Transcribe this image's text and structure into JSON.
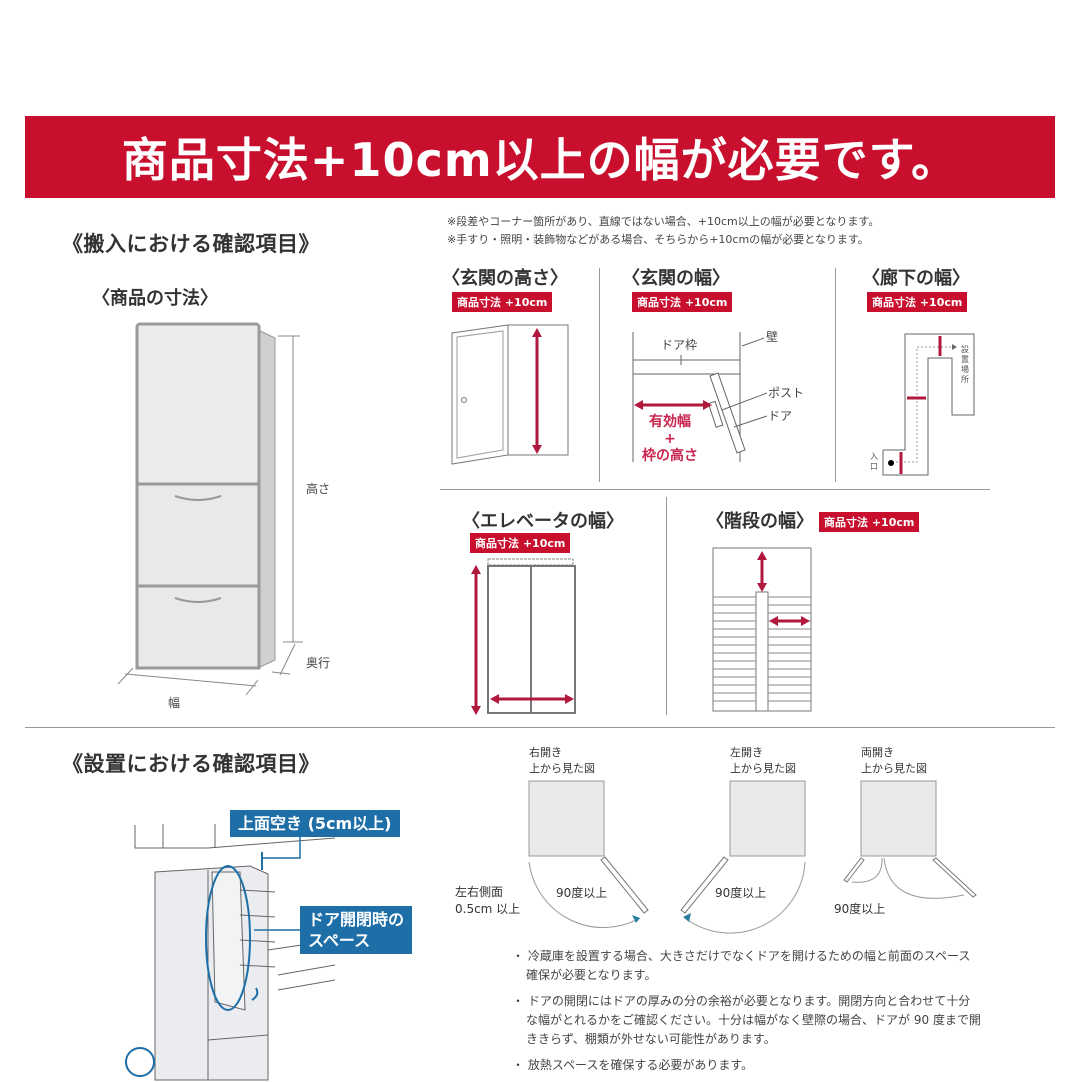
{
  "banner": {
    "text": "商品寸法+10cm以上の幅が必要です。",
    "color": "#c8102e"
  },
  "carry_in": {
    "title": "《搬入における確認項目》",
    "notes": [
      "※段差やコーナー箇所があり、直線ではない場合、+10cm以上の幅が必要となります。",
      "※手すり・照明・装飾物などがある場合、そちらから+10cmの幅が必要となります。"
    ],
    "product_dims": {
      "title": "〈商品の寸法〉",
      "height_label": "高さ",
      "depth_label": "奥行",
      "width_label": "幅"
    },
    "panels": [
      {
        "title": "〈玄関の高さ〉",
        "tag": "商品寸法 +10cm"
      },
      {
        "title": "〈玄関の幅〉",
        "tag": "商品寸法 +10cm",
        "labels": {
          "door_frame": "ドア枠",
          "wall": "壁",
          "post": "ポスト",
          "door": "ドア",
          "effective_width": "有効幅",
          "plus": "+",
          "frame_height": "枠の高さ"
        }
      },
      {
        "title": "〈廊下の幅〉",
        "tag": "商品寸法 +10cm",
        "labels": {
          "install_place": "設置場所",
          "entrance": "入口"
        }
      },
      {
        "title": "〈エレベータの幅〉",
        "tag": "商品寸法 +10cm"
      },
      {
        "title": "〈階段の幅〉",
        "tag": "商品寸法 +10cm"
      }
    ]
  },
  "install": {
    "title": "《設置における確認項目》",
    "callouts": {
      "top_space": "上面空き (5cm以上)",
      "door_space_line1": "ドア開閉時の",
      "door_space_line2": "スペース"
    },
    "door_types": [
      {
        "name": "右開き",
        "view": "上から見た図",
        "angle": "90度以上"
      },
      {
        "name": "左開き",
        "view": "上から見た図",
        "angle": "90度以上"
      },
      {
        "name": "両開き",
        "view": "上から見た図",
        "angle": "90度以上"
      }
    ],
    "side_clearance_line1": "左右側面",
    "side_clearance_line2": "0.5cm 以上",
    "bullets": [
      "・ 冷蔵庫を設置する場合、大きさだけでなくドアを開けるための幅と前面のスペース確保が必要となります。",
      "・ ドアの開閉にはドアの厚みの分の余裕が必要となります。開閉方向と合わせて十分な幅がとれるかをご確認ください。十分は幅がなく壁際の場合、ドアが 90 度まで開ききらず、棚類が外せない可能性があります。",
      "・ 放熱スペースを確保する必要があります。"
    ]
  }
}
